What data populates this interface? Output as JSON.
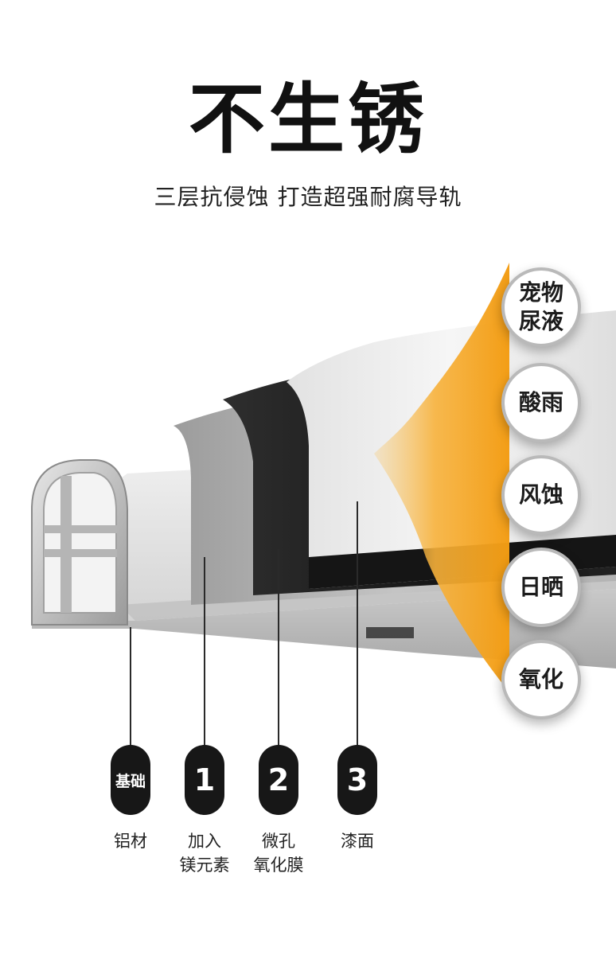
{
  "header": {
    "title": "不生锈",
    "subtitle": "三层抗侵蚀 打造超强耐腐导轨"
  },
  "threats": [
    {
      "label_line1": "宠物",
      "label_line2": "尿液"
    },
    {
      "label_line1": "酸雨",
      "label_line2": ""
    },
    {
      "label_line1": "风蚀",
      "label_line2": ""
    },
    {
      "label_line1": "日晒",
      "label_line2": ""
    },
    {
      "label_line1": "氧化",
      "label_line2": ""
    }
  ],
  "layers": [
    {
      "badge": "基础",
      "label_line1": "铝材",
      "label_line2": ""
    },
    {
      "badge": "1",
      "label_line1": "加入",
      "label_line2": "镁元素"
    },
    {
      "badge": "2",
      "label_line1": "微孔",
      "label_line2": "氧化膜"
    },
    {
      "badge": "3",
      "label_line1": "漆面",
      "label_line2": ""
    }
  ],
  "colors": {
    "arrow": "#f5a623",
    "badge": "#171717",
    "oxide_layer": "#1a1a1a"
  }
}
